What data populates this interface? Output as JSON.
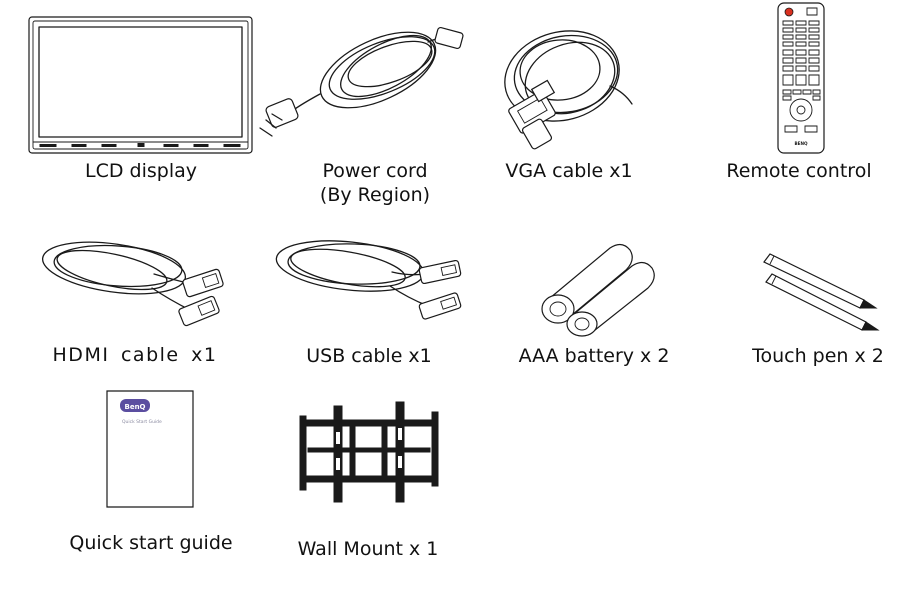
{
  "items": [
    {
      "label": "LCD display",
      "icon": "lcd-display-icon"
    },
    {
      "label": "Power cord",
      "label2": "(By Region)",
      "icon": "power-cord-icon"
    },
    {
      "label": "VGA cable x1",
      "icon": "vga-cable-icon"
    },
    {
      "label": "Remote control",
      "icon": "remote-control-icon"
    },
    {
      "label": "HDMI cable  x1",
      "icon": "hdmi-cable-icon"
    },
    {
      "label": "USB cable x1",
      "icon": "usb-cable-icon"
    },
    {
      "label": "AAA battery x 2",
      "icon": "aaa-battery-icon"
    },
    {
      "label": "Touch pen x 2",
      "icon": "touch-pen-icon"
    },
    {
      "label": "Quick start guide",
      "icon": "quick-start-guide-icon"
    },
    {
      "label": "Wall Mount x 1",
      "icon": "wall-mount-icon"
    }
  ],
  "brand": {
    "remote_logo": "BENQ",
    "guide_logo": "BenQ",
    "guide_title": "Quick Start Guide"
  }
}
